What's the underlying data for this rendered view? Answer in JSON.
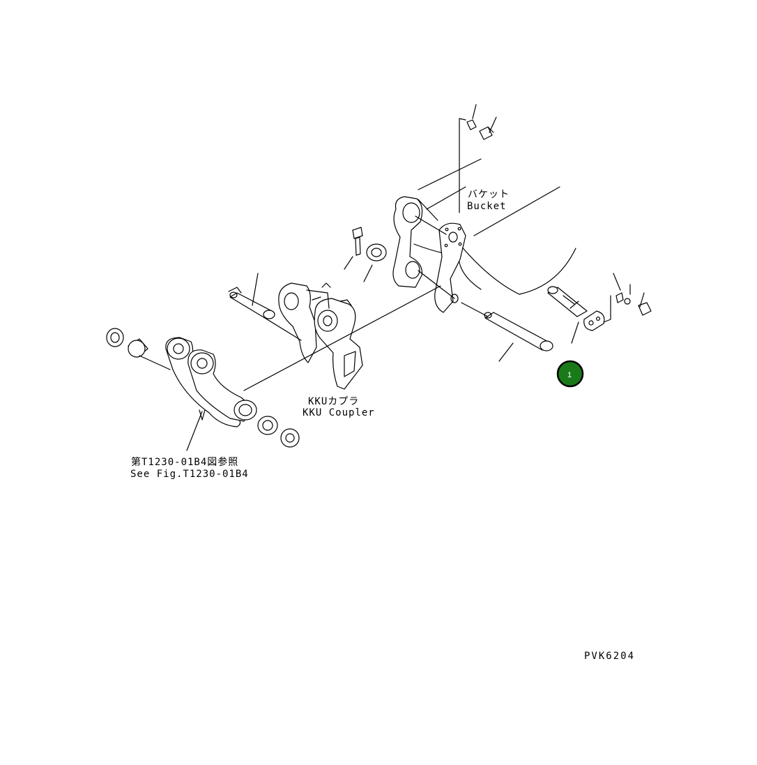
{
  "labels": {
    "bucket_jp": "バケット",
    "bucket_en": "Bucket",
    "coupler_jp": "KKUカプラ",
    "coupler_en": "KKU Coupler",
    "see_fig_jp": "第T1230-01B4図参照",
    "see_fig_en": "See Fig.T1230-01B4",
    "drawing_code": "PVK6204"
  },
  "callouts": [
    {
      "number": "1",
      "color": "#1a7a1a"
    }
  ]
}
